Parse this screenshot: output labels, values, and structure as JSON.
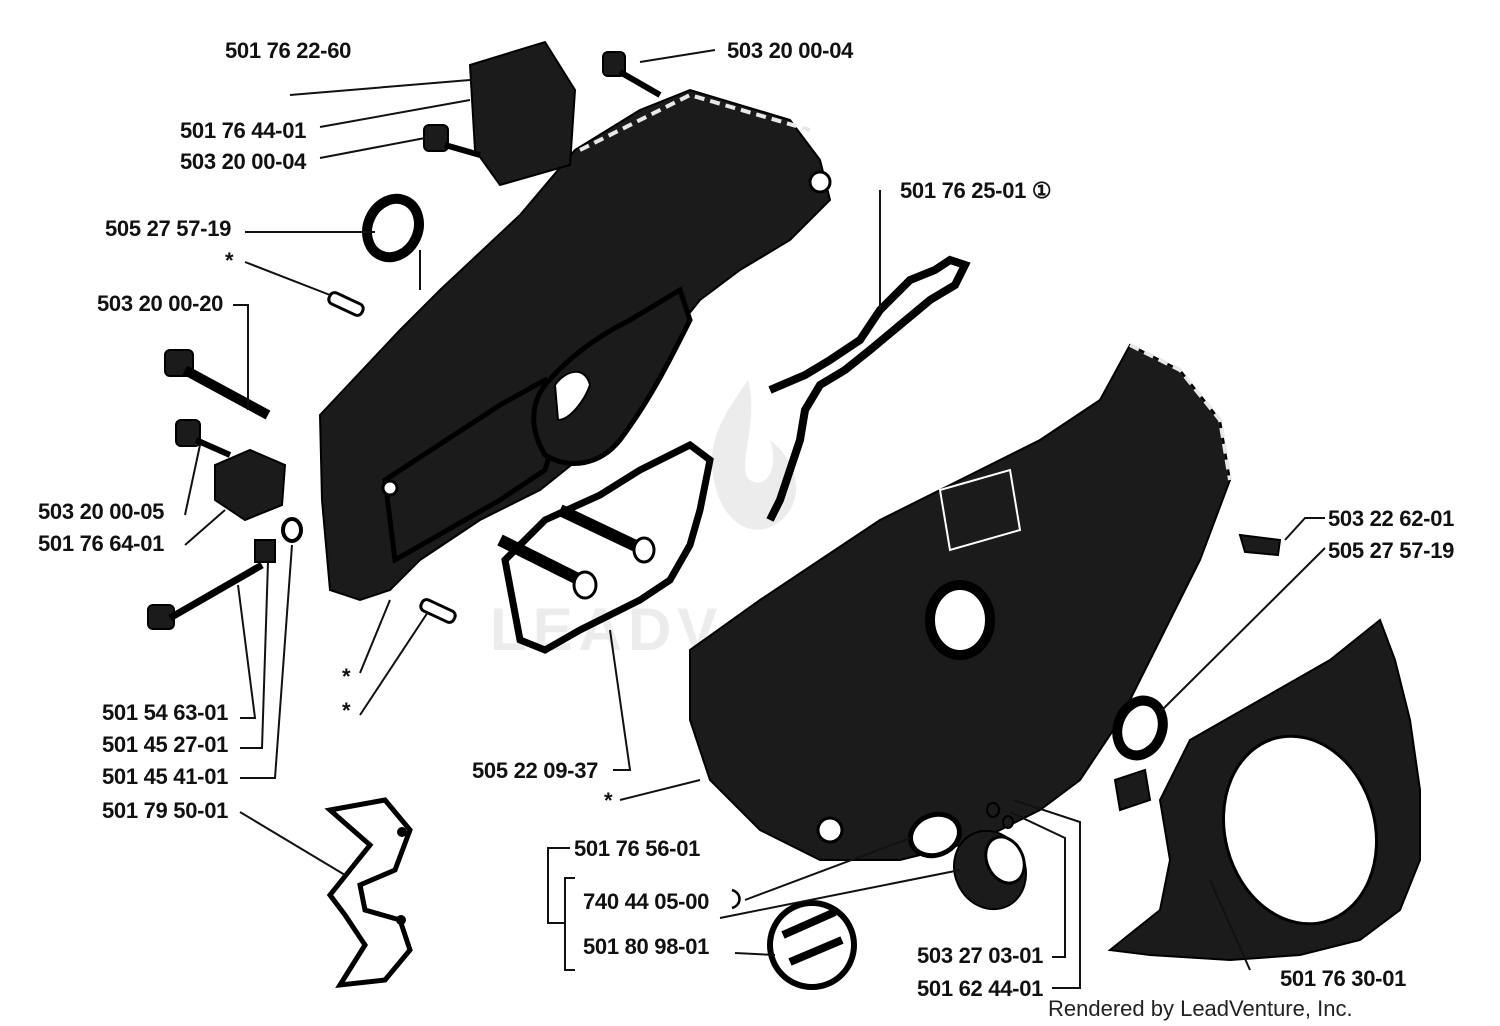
{
  "diagram": {
    "labels": [
      {
        "id": "l-501762260",
        "text": "501 76 22-60"
      },
      {
        "id": "l-503200004-top",
        "text": "503 20 00-04"
      },
      {
        "id": "l-501764401",
        "text": "501 76 44-01"
      },
      {
        "id": "l-503200004",
        "text": "503 20 00-04"
      },
      {
        "id": "l-501762501",
        "text": "501 76 25-01 ①"
      },
      {
        "id": "l-505275719-left",
        "text": "505 27 57-19"
      },
      {
        "id": "l-star-1",
        "text": "*"
      },
      {
        "id": "l-503200020",
        "text": "503 20 00-20"
      },
      {
        "id": "l-503200005",
        "text": "503 20 00-05"
      },
      {
        "id": "l-501766401",
        "text": "501 76 64-01"
      },
      {
        "id": "l-503226201",
        "text": "503 22 62-01"
      },
      {
        "id": "l-505275719-right",
        "text": "505 27 57-19"
      },
      {
        "id": "l-star-2",
        "text": "*"
      },
      {
        "id": "l-star-3",
        "text": "*"
      },
      {
        "id": "l-501546301",
        "text": "501 54 63-01"
      },
      {
        "id": "l-501452701",
        "text": "501 45 27-01"
      },
      {
        "id": "l-501454101",
        "text": "501 45 41-01"
      },
      {
        "id": "l-501795001",
        "text": "501 79 50-01"
      },
      {
        "id": "l-505220937",
        "text": "505 22 09-37"
      },
      {
        "id": "l-star-4",
        "text": "*"
      },
      {
        "id": "l-501765601",
        "text": "501 76 56-01"
      },
      {
        "id": "l-740440500",
        "text": "740 44 05-00"
      },
      {
        "id": "l-501809801",
        "text": "501 80 98-01"
      },
      {
        "id": "l-503270301",
        "text": "503 27 03-01"
      },
      {
        "id": "l-501624401",
        "text": "501 62 44-01"
      },
      {
        "id": "l-501763001",
        "text": "501 76 30-01"
      }
    ],
    "credit": "Rendered by LeadVenture, Inc.",
    "watermark": "LEADV"
  }
}
